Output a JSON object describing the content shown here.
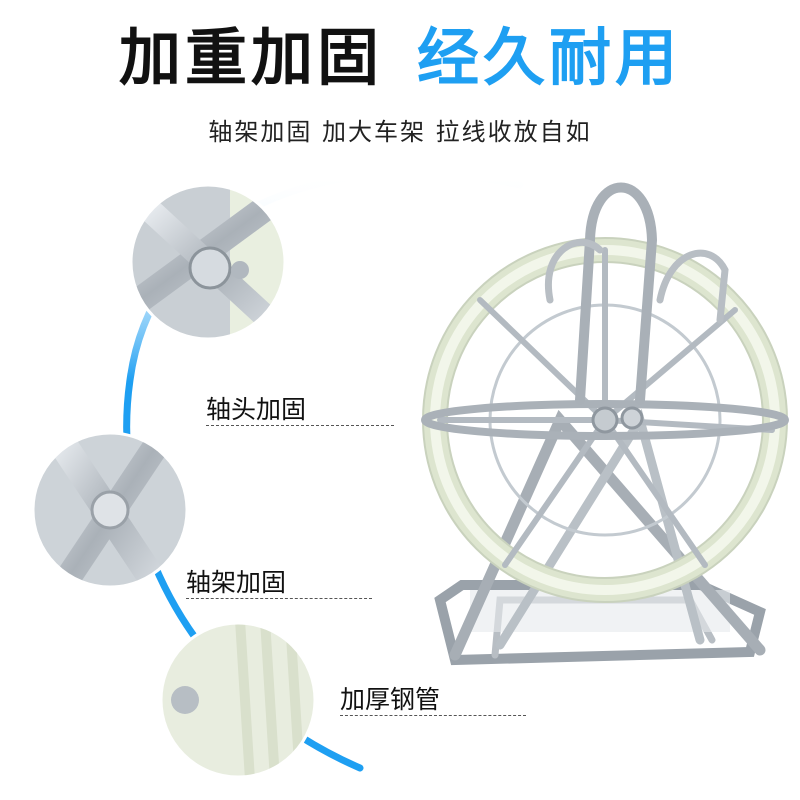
{
  "headline": {
    "black": "加重加固",
    "blue": "经久耐用"
  },
  "subtitle": "轴架加固 加大车架 拉线收放自如",
  "callouts": [
    {
      "label": "轴头加固"
    },
    {
      "label": "轴架加固"
    },
    {
      "label": "加厚钢管"
    }
  ],
  "colors": {
    "accent": "#1e9ff2",
    "frame": "#b8bec4",
    "reel": "#eaf0df"
  }
}
